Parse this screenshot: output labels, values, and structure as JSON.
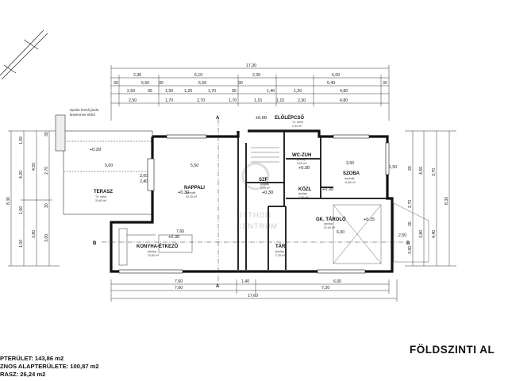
{
  "title": "FÖLDSZINTI AL",
  "stats": {
    "line1": "PTERÜLET: 143,86 m2",
    "line2": "ZNOS ALAPTERÜLETE: 100,87 m2",
    "line3": "RASZ: 26,24 m2"
  },
  "watermark": {
    "line1": "OTTHON",
    "line2": "CENTRUM"
  },
  "notes": {
    "walkway": "épület körüli járda",
    "paving": "kiselemes térkő"
  },
  "sections": {
    "a_top": "A",
    "a_bottom": "A",
    "b_left": "B",
    "b_right": "B"
  },
  "rooms": [
    {
      "id": "terasz",
      "name": "TERASZ",
      "sub1": "Té. térkő",
      "sub2": "29,60 m²"
    },
    {
      "id": "nappali",
      "name": "NAPPALI",
      "sub1": "laminált",
      "sub2": "32,25 m²"
    },
    {
      "id": "konyha",
      "name": "KONYHA-ÉTKEZŐ",
      "sub1": "járólap",
      "sub2": "23,80 m²"
    },
    {
      "id": "eloleptcso",
      "name": "ELŐLÉPCSŐ",
      "sub1": "Té. térkő",
      "sub2": "2,34 m²"
    },
    {
      "id": "wc",
      "name": "WC-ZUH",
      "sub1": "járólap",
      "sub2": "3,05 m²"
    },
    {
      "id": "szoba",
      "name": "SZOBA",
      "sub1": "laminált",
      "sub2": "11,80 m²"
    },
    {
      "id": "szf",
      "name": "SZF",
      "sub1": "járólap",
      "sub2": "3,05 m²"
    },
    {
      "id": "kozl",
      "name": "KÖZL",
      "sub1": "járólap",
      "sub2": "2,50 m²"
    },
    {
      "id": "gk",
      "name": "GK. TÁROLÓ",
      "sub1": "járólap",
      "sub2": "22,60 m²"
    },
    {
      "id": "tar",
      "name": "TÁR.",
      "sub1": "járólap",
      "sub2": "2,25 m²"
    }
  ],
  "levels": {
    "terasz": "+0.29",
    "nappali": "+0.30",
    "konyha": "+0.30",
    "entry": "±0.00",
    "wc": "+0.30",
    "szf": "+0.30",
    "kozl": "+0.30",
    "gk": "+0.15"
  },
  "dims_top": {
    "overall": "17,30",
    "row2": [
      "2,30",
      "6,10",
      "2,30",
      "6,00"
    ],
    "row3": [
      "30",
      "5,50",
      "30",
      "5,50",
      "30",
      "5,40",
      "30"
    ],
    "row4": [
      "2,50",
      "95",
      "1,50",
      "1,20",
      "1,70",
      "95",
      "1,40",
      "1,20",
      "4,80"
    ],
    "row5": [
      "2,50",
      "1,70",
      "2,70",
      "1,70",
      "1,15",
      "1,15",
      "2,30",
      "4,80"
    ]
  },
  "dims_bottom": {
    "row1": [
      "7,60",
      "1,40",
      "6,00"
    ],
    "row2": [
      "7,60",
      "7,20"
    ],
    "overall": "17,60"
  },
  "dims_left": {
    "outer": "8,30",
    "col2": [
      "1,50",
      "4,20",
      "1,60",
      "1,00"
    ],
    "col3": [
      "4,50",
      "3,80"
    ],
    "col4": [
      "30",
      "2,70",
      "30",
      "3,00"
    ]
  },
  "dims_right": {
    "outer": "8,30",
    "col2": [
      "4,50",
      "3,80"
    ],
    "col3": [
      "3,70",
      "4,40"
    ],
    "col4": [
      "20",
      "2,70",
      "30",
      "3,90"
    ]
  },
  "dims_inner": {
    "nappali_w": "5,50",
    "terasz_w": "5,00",
    "szoba_w": "3,50",
    "gk_w": "6,00",
    "konyha_w": "7,60",
    "nappali_h": "3,00",
    "terasz_h": "2,40",
    "szoba_h": "1,50",
    "gk_h": "2,50"
  }
}
